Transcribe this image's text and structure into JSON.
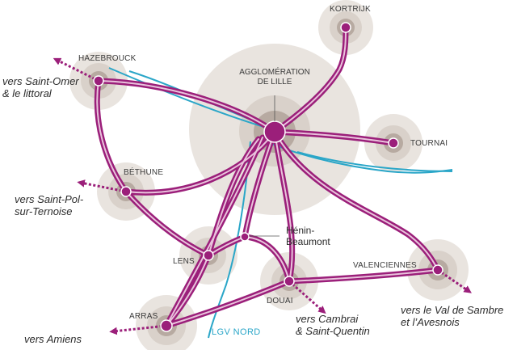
{
  "colors": {
    "rail": "#9b1f7a",
    "rail_light": "#e9c3dc",
    "lgv": "#2aa6c8",
    "halo_outer": "#e9e4df",
    "halo_mid": "#d9d1ca",
    "halo_inner": "#b7aaa1",
    "node": "#9b1f7a"
  },
  "places": {
    "lille": [
      "AGGLOMÉRATION",
      "DE LILLE"
    ],
    "kortrijk": "KORTRIJK",
    "tournai": "TOURNAI",
    "hazebrouck": "HAZEBROUCK",
    "bethune": "BÉTHUNE",
    "lens": "LENS",
    "henin": [
      "Hénin-",
      "Beaumont"
    ],
    "valenciennes": "VALENCIENNES",
    "douai": "DOUAI",
    "arras": "ARRAS"
  },
  "destinations": {
    "saint_omer": [
      "vers Saint-Omer",
      "& le littoral"
    ],
    "saint_pol": [
      "vers Saint-Pol-",
      "sur-Ternoise"
    ],
    "amiens": "vers Amiens",
    "cambrai": [
      "vers Cambrai",
      "& Saint-Quentin"
    ],
    "sambre": [
      "vers le Val de Sambre",
      "et l’Avesnois"
    ]
  },
  "lgv_label": "LGV NORD"
}
